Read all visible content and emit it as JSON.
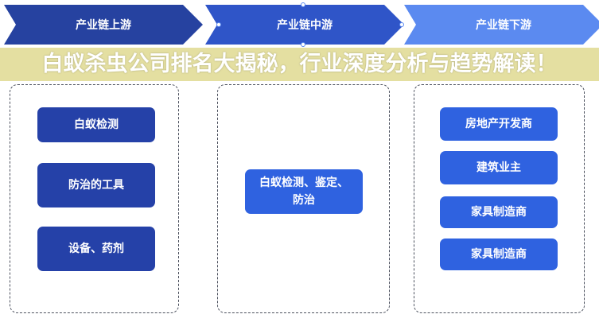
{
  "stages": [
    {
      "label": "产业链上游",
      "color": "#2642a0"
    },
    {
      "label": "产业链中游",
      "color": "#2f55c8"
    },
    {
      "label": "产业链下游",
      "color": "#5b8af0"
    }
  ],
  "upstream": [
    "白蚁检测",
    "防治的工具",
    "设备、药剂"
  ],
  "midstream": [
    "白蚁检测、鉴定、防治"
  ],
  "downstream": [
    "房地产开发商",
    "建筑业主",
    "家具制造商",
    "家具制造商"
  ],
  "banner_title": "白蚁杀虫公司排名大揭秘，行业深度分析与趋势解读！"
}
